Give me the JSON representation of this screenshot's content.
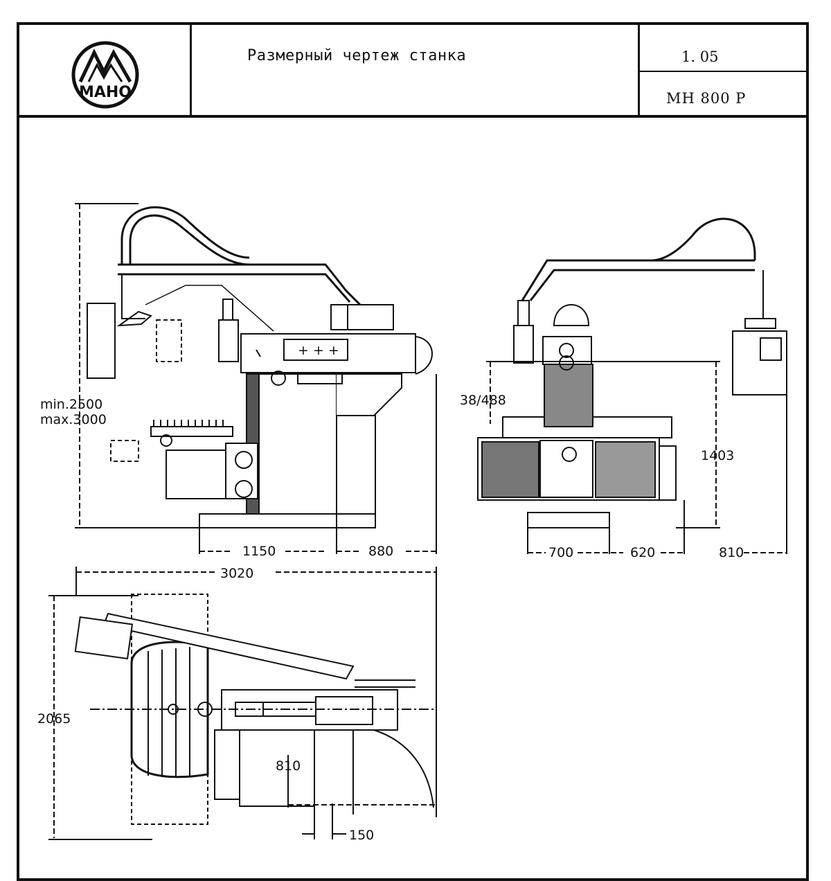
{
  "header": {
    "logo_text": "MAHO",
    "title": "Размерный чертеж станка",
    "sheet_number": "1. 05",
    "model": "MH 800 P"
  },
  "dimensions": {
    "height_min": "min.2500",
    "height_max": "max.3000",
    "side_depth_1": "1150",
    "side_depth_2": "880",
    "front_1": "700",
    "front_2": "620",
    "front_3": "810",
    "table_travel": "38/488",
    "front_height": "1403",
    "plan_length": "3020",
    "plan_width": "2065",
    "plan_offset": "810",
    "plan_small": "150"
  }
}
